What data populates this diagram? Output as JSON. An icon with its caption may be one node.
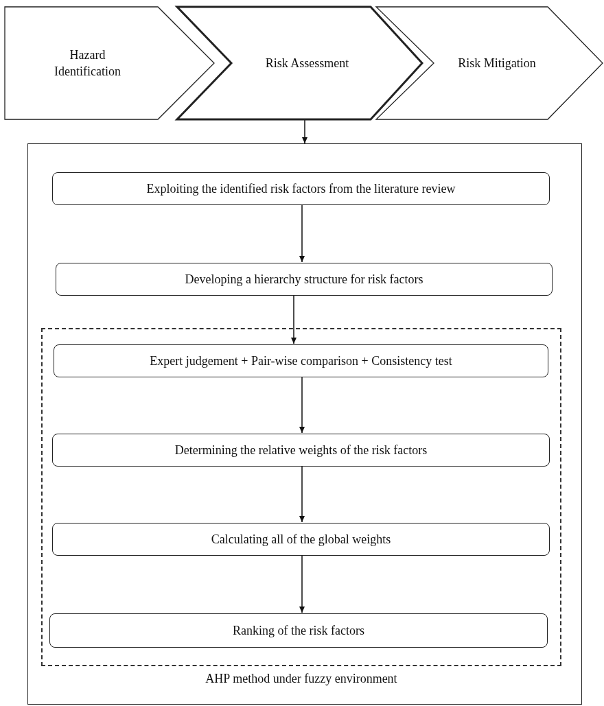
{
  "diagram": {
    "nodes": [
      {
        "text": [
          "Hazard Identification"
        ]
      },
      {
        "text": [
          "Risk Assessment"
        ]
      },
      {
        "text": [
          "Risk Mitigation"
        ]
      },
      {
        "text": [],
        "shape": "box"
      },
      {
        "text": [
          "Exploiting the identified risk factors from the literature review"
        ],
        "in": 3
      },
      {
        "text": [
          "Developing a hierarchy structure for risk factors"
        ],
        "in": 3
      },
      {
        "text": [
          "AHP method under fuzzy environment"
        ],
        "in": 3
      },
      {
        "text": [
          "Expert judgement + Pair-wise comparison + Consistency test"
        ],
        "in": 6
      },
      {
        "text": [
          "Determining the relative weights of the risk factors"
        ],
        "in": 6
      },
      {
        "text": [
          "Calculating all of the global weights"
        ],
        "in": 6
      },
      {
        "text": [
          "Ranking of the risk factors"
        ],
        "in": 6
      }
    ],
    "edges": [
      {
        "from": 1,
        "to": 3,
        "arrow": "to"
      },
      {
        "from": 4,
        "to": 5,
        "arrow": "to"
      },
      {
        "from": 5,
        "to": 7,
        "arrow": "to"
      },
      {
        "from": 7,
        "to": 8,
        "arrow": "to"
      },
      {
        "from": 8,
        "to": 9,
        "arrow": "to"
      },
      {
        "from": 9,
        "to": 10,
        "arrow": "to"
      }
    ]
  }
}
